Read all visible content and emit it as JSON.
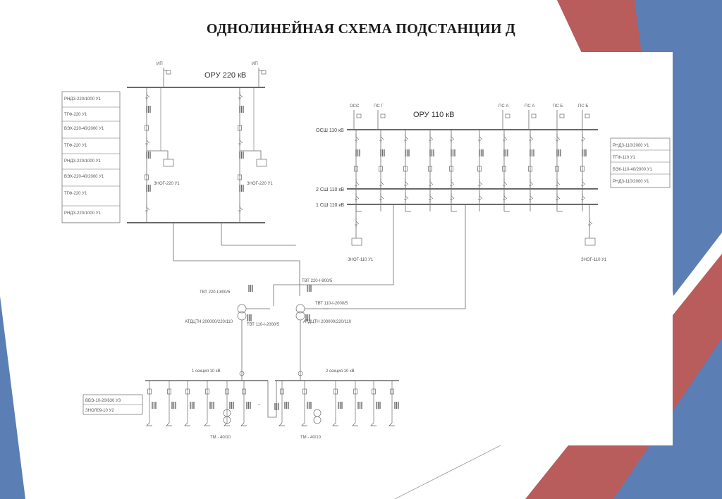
{
  "title": "ОДНОЛИНЕЙНАЯ СХЕМА ПОДСТАНЦИИ Д",
  "colors": {
    "red": "#b85c5c",
    "blue": "#5b7fb5",
    "line": "#6a6a6a",
    "paper": "#ffffff"
  },
  "oru220": {
    "title": "ОРУ 220 кВ",
    "top_labels": [
      "ИП",
      "ИП"
    ],
    "legend": [
      "РНДЗ-220/1000 У1",
      "ТГФ-220 У1",
      "ВЭК-220-40/2000 У1",
      "ТГФ-220 У1",
      "РНДЗ-220/1000 У1",
      "ВЭК-220-40/2000 У1",
      "ТГФ-220 У1",
      "РНДЗ-220/1000 У1"
    ],
    "znog": [
      "ЗНОГ-220 У1",
      "ЗНОГ-220 У1"
    ]
  },
  "oru110": {
    "title": "ОРУ 110 кВ",
    "top_labels": [
      "ОСС",
      "ПС Г",
      "ПС А",
      "ПС А",
      "ПС Б",
      "ПС Б"
    ],
    "bus_labels": [
      "ОСШ 110 кВ",
      "2 СШ 110 кВ",
      "1 СШ 110 кВ"
    ],
    "legend": [
      "РНДЗ-110/2000 У1",
      "ТГФ-110 У1",
      "ВЭК-110-40/2000 У1",
      "РНДЗ-110/2000 У1"
    ],
    "znog": [
      "ЗНОГ-110 У1",
      "ЗНОГ-110 У1"
    ]
  },
  "transformers": {
    "tvt": [
      "ТВТ 220-І-800/5",
      "ТВТ 220-І-800/5",
      "ТВТ 110-І-2000/5",
      "ТВТ 110-І-2000/5"
    ],
    "at": [
      "АТДЦТН 200000/220/110",
      "АТДЦТН 200000/220/110"
    ]
  },
  "kv10": {
    "sections": [
      "1 секция 10 кВ",
      "2 секция 10 кВ"
    ],
    "legend": [
      "ВВЭ-10-20/630 У3",
      "ЗНОЛ09-10 У2"
    ],
    "tm": [
      "ТМ - 40/10",
      "ТМ - 40/10"
    ]
  }
}
